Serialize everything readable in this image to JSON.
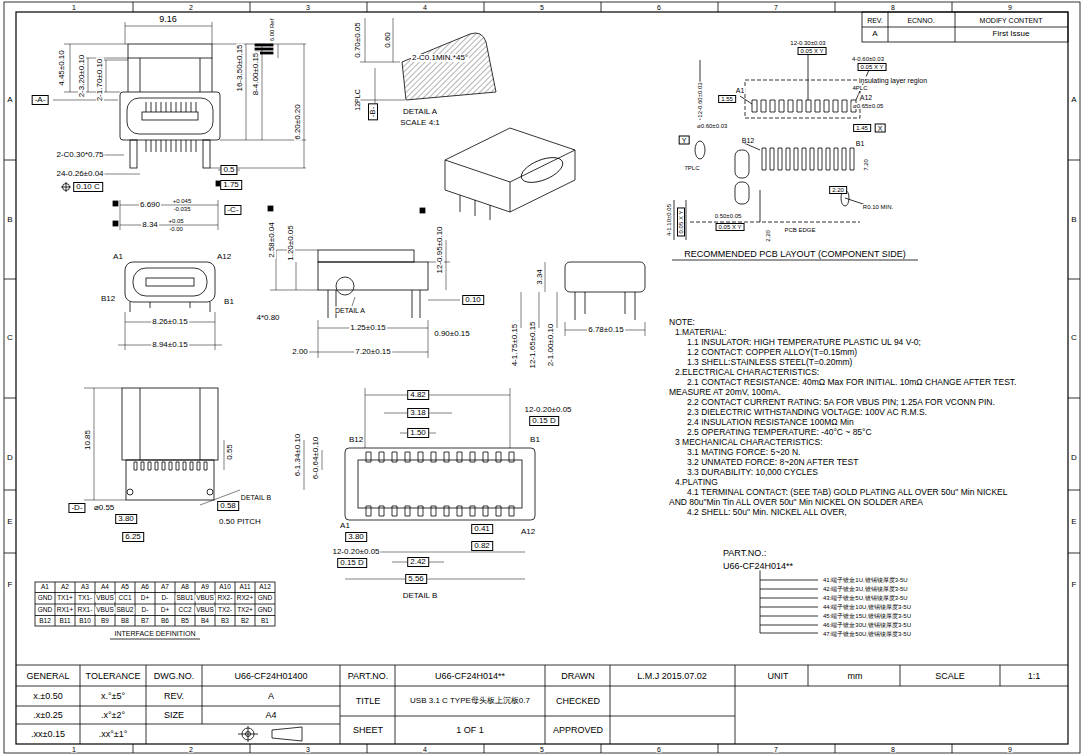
{
  "diagram": {
    "labels": [
      "1",
      "2",
      "3",
      "4",
      "5",
      "6",
      "7",
      "8",
      "9",
      "1",
      "2",
      "3",
      "4",
      "5",
      "6",
      "7",
      "8",
      "9",
      "A",
      "B",
      "C",
      "D",
      "E",
      "F",
      "A",
      "B",
      "C",
      "D",
      "E",
      "F",
      "REV.",
      "ECNNO.",
      "MODIFY CONTENT",
      "A",
      "First Issue",
      "GENERAL",
      "TOLERANCE",
      "DWG.NO.",
      "U66-CF24H01400",
      "x.±0.50",
      "x.°±5°",
      "REV.",
      "A",
      ".x±0.25",
      ".x°±2°",
      "SIZE",
      "A4",
      ".xx±0.15",
      ".xx°±1°",
      "PART.NO.",
      "U66-CF24H014**",
      "DRAWN",
      "L.M.J 2015.07.02",
      "UNIT",
      "mm",
      "SCALE",
      "1:1",
      "TITLE",
      "USB 3.1 C TYPE母头板上沉板0.7",
      "CHECKED",
      "SHEET",
      "1 OF 1",
      "APPROVED",
      "A1",
      "A2",
      "A3",
      "A4",
      "A5",
      "A6",
      "A7",
      "A8",
      "A9",
      "A10",
      "A11",
      "A12",
      "GND",
      "TX1+",
      "TX1-",
      "VBUS",
      "CC1",
      "D+",
      "D-",
      "SBU1",
      "VBUS",
      "RX2-",
      "RX2+",
      "GND",
      "GND",
      "RX1+",
      "RX1-",
      "VBUS",
      "SBU2",
      "D-",
      "D+",
      "CC2",
      "VBUS",
      "TX2-",
      "TX2+",
      "GND",
      "B12",
      "B11",
      "B10",
      "B9",
      "B8",
      "B7",
      "B6",
      "B5",
      "B4",
      "B3",
      "B2",
      "B1",
      "INTERFACE DEFINITION",
      "NOTE:",
      "1.MATERIAL:",
      "1.1 INSULATOR: HIGH TEMPERATURE PLASTIC UL 94 V-0;",
      "1.2 CONTACT: COPPER ALLOY(T=0.15mm)",
      "1.3 SHELL:STAINLESS STEEL(T=0.20mm)",
      "2.ELECTRICAL CHARACTERISTICS:",
      "2.1 CONTACT RESISTANCE: 40mΩ Max FOR INITIAL. 10mΩ CHANGE AFTER TEST.",
      "MEASURE AT 20mV, 100mA.",
      "2.2 CONTACT CURRENT RATING: 5A FOR VBUS PIN; 1.25A FOR VCONN PIN.",
      "2.3 DIELECTRIC WITHSTANDING VOLTAGE: 100V AC R.M.S.",
      "2.4 INSULATION RESISTANCE 100MΩ Min",
      "2.5 OPERATING TEMPERATURE: -40°C ~ 85°C",
      "3 MECHANICAL CHARACTERISTICS:",
      "3.1 MATING FORCE: 5~20 N.",
      "3.2 UNMATED FORCE: 8~20N AFTER TEST",
      "3.3 DURABILITY: 10,000 CYCLES",
      "4.PLATING",
      "4.1 TERMINAL CONTACT: (SEE TAB) GOLD PLATING ALL OVER 50u\" Min NICKEL",
      "AND 80u\"Min Tin ALL OVER 50u\" Min NICKEL ON SOLDER AREA",
      "4.2 SHELL: 50u\" Min. NICKEL ALL OVER,",
      "PART.NO.:",
      "U66-CF24H014**",
      "41:端子镀金1U,镀锡镍厚度3-5U",
      "42:端子镀金3U,镀锡镍厚度3-5U",
      "43:端子镀金5U,镀锡镍厚度3-5U",
      "44:端子镀金10U,镀锡镍厚度3-5U",
      "45:端子镀金15U,镀锡镍厚度3-5U",
      "46:端子镀金30U,镀锡镍厚度3-5U",
      "47:端子镀金50U,镀锡镍厚度3-5U",
      "RECOMMENDED PCB LAYOUT (COMPONENT SIDE)",
      "9.16",
      "4.45±0.10",
      "2-3.20±0.10",
      "2-1.70±0.10",
      "16-3.50±0.15",
      "8-4.00±0.15",
      "6.00 Ref",
      "-A-",
      "6.20±0.20",
      "2-C0.30*0.75",
      "0.5",
      "1.75",
      "24-0.26±0.04",
      "0.10 C",
      "6.690",
      "+0.045",
      "-0.035",
      "-C-",
      "8.34",
      "+0.05",
      "-0.00",
      "0.70±0.05",
      "0.60",
      "2-C0.1MIN.*45°",
      "12PLC",
      "-B-",
      "DETAIL A",
      "SCALE 4:1",
      "2.58±0.04",
      "1.20±0.05",
      "12-0.95±0.10",
      "DETAIL A",
      "0.10",
      "4*0.80",
      "1.25±0.15",
      "0.90±0.15",
      "2.00",
      "7.20±0.15",
      "A1",
      "A12",
      "B12",
      "B1",
      "8.26±0.15",
      "8.94±0.15",
      "3.34",
      "4-1.75±0.15",
      "12-1.65±0.15",
      "2-1.00±0.10",
      "6.78±0.15",
      "10.85",
      "0.55",
      "DETAIL B",
      "-D-",
      "⌀0.55",
      "0.58",
      "0.50 PITCH",
      "3.80",
      "6.25",
      "4.82",
      "3.18",
      "1.50",
      "12-0.20±0.05",
      "0.15 D",
      "B12",
      "B1",
      "6-1.34±0.10",
      "6-0.64±0.10",
      "A1",
      "3.80",
      "A12",
      "0.41",
      "0.82",
      "12-0.20±0.05",
      "0.15 D",
      "2.42",
      "5.56",
      "DETAIL B",
      "12-0.30±0.03",
      "0.05 X Y",
      "4-0.60±0.03",
      "0.05 X Y",
      "12-0.60±0.03",
      "A1",
      "insulating layer region",
      "4PLC",
      "A12",
      "1.55",
      "⌀0.65±0.05",
      "Y",
      "⌀0.60±0.03",
      "B12",
      "B1",
      "1.45",
      "X",
      "7PLC",
      "7.20",
      "2.20",
      "R0.10 MIN.",
      "PCB EDGE",
      "4-1.10±0.05",
      "0.05 X Y",
      "0.50±0.05",
      "0.05 X Y",
      "2.20"
    ]
  }
}
